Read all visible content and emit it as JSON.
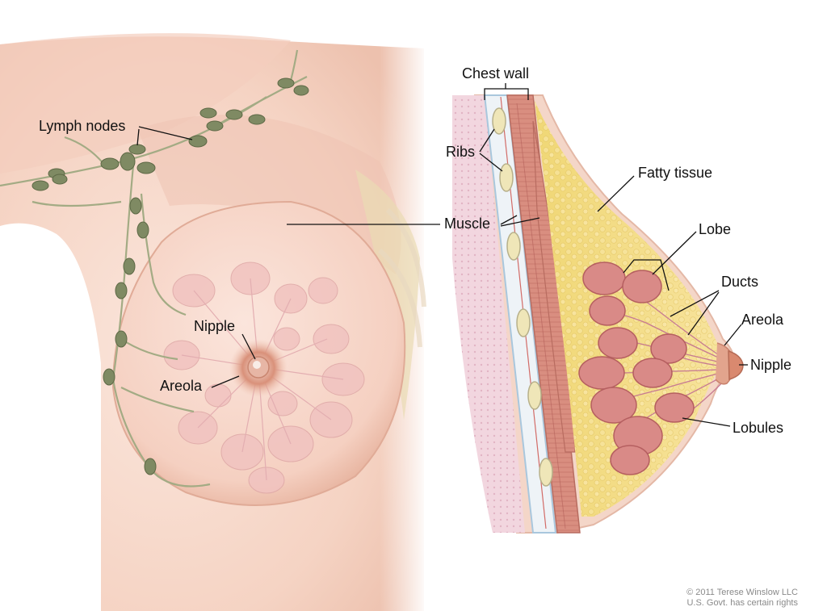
{
  "labels": {
    "lymph_nodes": "Lymph nodes",
    "nipple_front": "Nipple",
    "areola_front": "Areola",
    "chest_wall": "Chest wall",
    "ribs": "Ribs",
    "muscle": "Muscle",
    "fatty_tissue": "Fatty tissue",
    "lobe": "Lobe",
    "ducts": "Ducts",
    "areola_side": "Areola",
    "nipple_side": "Nipple",
    "lobules": "Lobules"
  },
  "copyright": {
    "line1": "© 2011 Terese Winslow LLC",
    "line2": "U.S. Govt. has certain rights"
  },
  "colors": {
    "skin": "#f7d9cc",
    "fat": "#f3dc83",
    "muscle": "#d98e80",
    "lobule": "#d98a87",
    "lymph_node": "#7f8a63"
  }
}
